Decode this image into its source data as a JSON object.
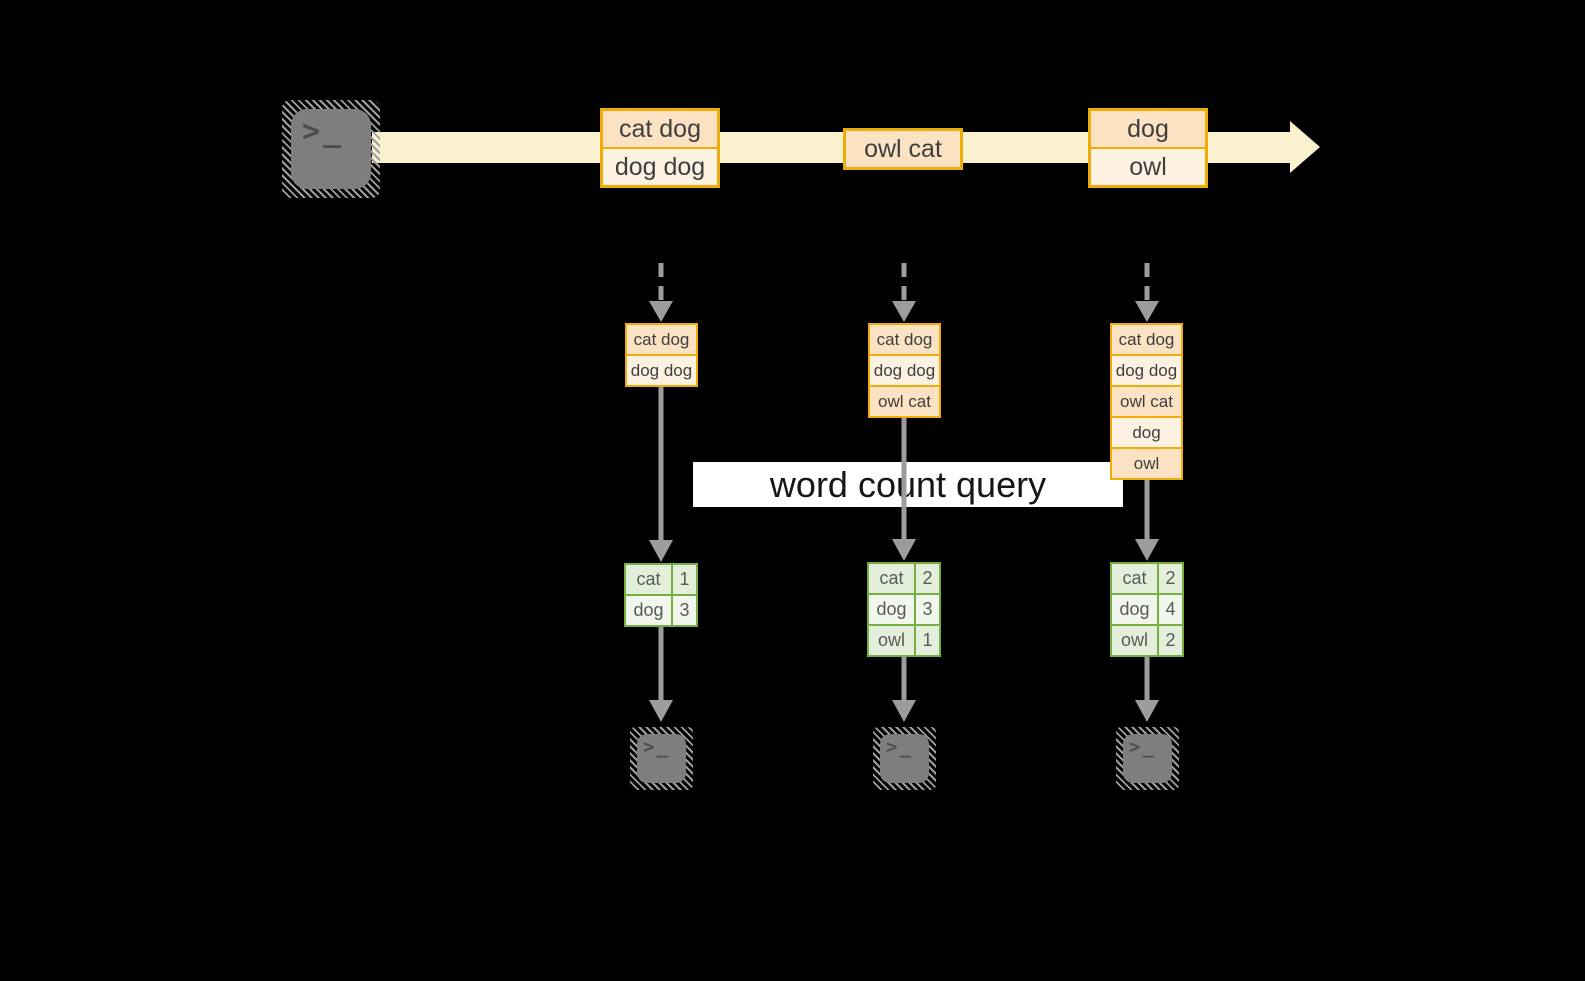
{
  "colors": {
    "stream_band": "#FAF1CF",
    "event_border": "#F0AC08",
    "event_fill_dark": "#FAE2C2",
    "event_fill_light": "#FDF2E1",
    "table_border": "#77AE41",
    "table_fill_dark": "#E3EFDA",
    "table_fill_light": "#F2F7EE",
    "arrow_gray": "#9C9C9C",
    "terminal_gray": "#7E7E7E",
    "query_bar_bg": "#FFFFFF"
  },
  "icons": {
    "terminal_glyph": ">_"
  },
  "stream": {
    "boxes": [
      {
        "rows": [
          "cat dog",
          "dog dog"
        ]
      },
      {
        "rows": [
          "owl cat"
        ]
      },
      {
        "rows": [
          "dog",
          "owl"
        ]
      }
    ]
  },
  "query_label": "word count query",
  "stacks": [
    {
      "rows": [
        "cat dog",
        "dog dog"
      ]
    },
    {
      "rows": [
        "cat dog",
        "dog dog",
        "owl cat"
      ]
    },
    {
      "rows": [
        "cat dog",
        "dog dog",
        "owl cat",
        "dog",
        "owl"
      ]
    }
  ],
  "tables": [
    {
      "rows": [
        {
          "word": "cat",
          "count": "1"
        },
        {
          "word": "dog",
          "count": "3"
        }
      ]
    },
    {
      "rows": [
        {
          "word": "cat",
          "count": "2"
        },
        {
          "word": "dog",
          "count": "3"
        },
        {
          "word": "owl",
          "count": "1"
        }
      ]
    },
    {
      "rows": [
        {
          "word": "cat",
          "count": "2"
        },
        {
          "word": "dog",
          "count": "4"
        },
        {
          "word": "owl",
          "count": "2"
        }
      ]
    }
  ]
}
